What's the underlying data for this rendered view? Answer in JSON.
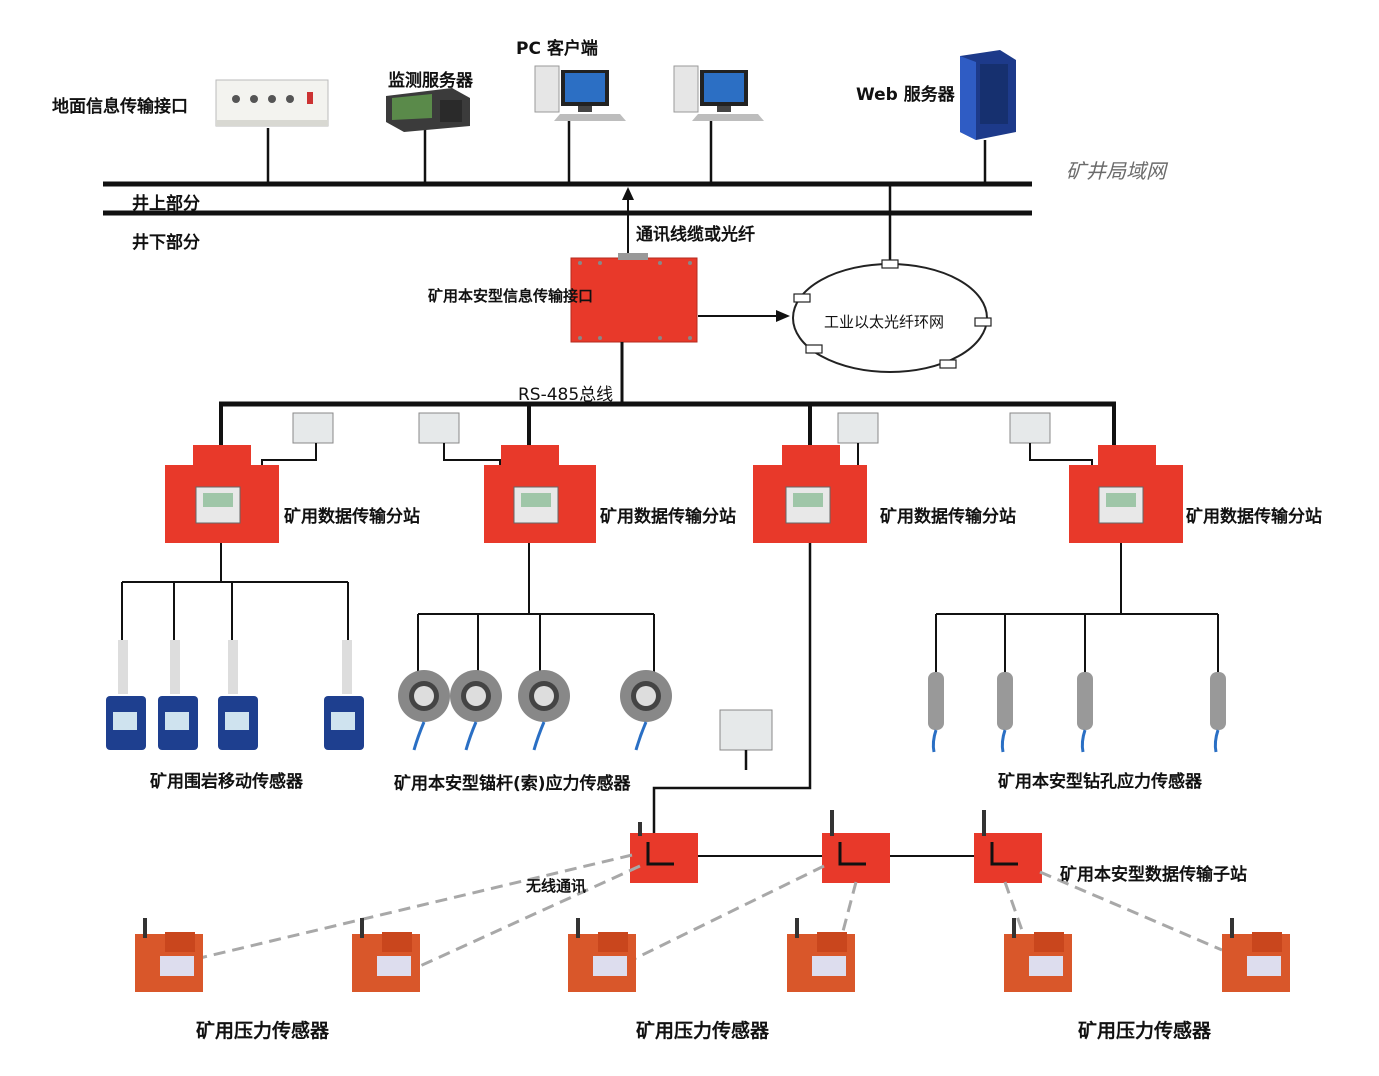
{
  "surface": {
    "interface": "地面信息传输接口",
    "monitor_server": "监测服务器",
    "pc_client": "PC 客户端",
    "web_server": "Web 服务器",
    "mine_lan": "矿井局域网",
    "above": "井上部分",
    "below": "井下部分",
    "cable": "通讯线缆或光纤"
  },
  "underground": {
    "interface": "矿用本安型信息传输接口",
    "ring": "工业以太光纤环网",
    "bus": "RS-485总线",
    "substations": [
      "矿用数据传输分站",
      "矿用数据传输分站",
      "矿用数据传输分站",
      "矿用数据传输分站"
    ],
    "sensor_groups": [
      "矿用围岩移动传感器",
      "矿用本安型锚杆(索)应力传感器",
      "矿用本安型钻孔应力传感器"
    ],
    "wireless": "无线通讯",
    "sub_station": "矿用本安型数据传输子站",
    "pressure_sensors": [
      "矿用压力传感器",
      "矿用压力传感器",
      "矿用压力传感器"
    ]
  },
  "colors": {
    "red": "#e8392a",
    "orange": "#d9572a",
    "line": "#111111",
    "gray_dashed": "#aaaaaa"
  }
}
